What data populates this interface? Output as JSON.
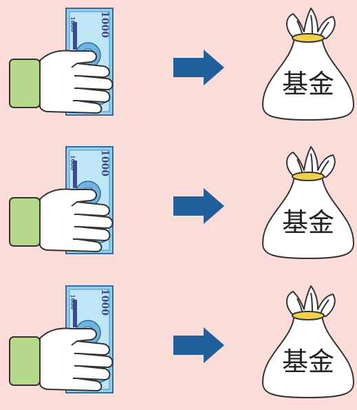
{
  "rows": [
    {
      "banknote_value": "1000",
      "bag_label": "基金"
    },
    {
      "banknote_value": "1000",
      "bag_label": "基金"
    },
    {
      "banknote_value": "1000",
      "bag_label": "基金"
    }
  ],
  "colors": {
    "background": "#fbdcd8",
    "sleeve": "#b5d88b",
    "arrow": "#1f5f9c",
    "bag_tie": "#f0d24a",
    "banknote": "#7ec3e8"
  },
  "icons": [
    "hand-holding-banknote-icon",
    "arrow-right-icon",
    "money-bag-icon"
  ]
}
